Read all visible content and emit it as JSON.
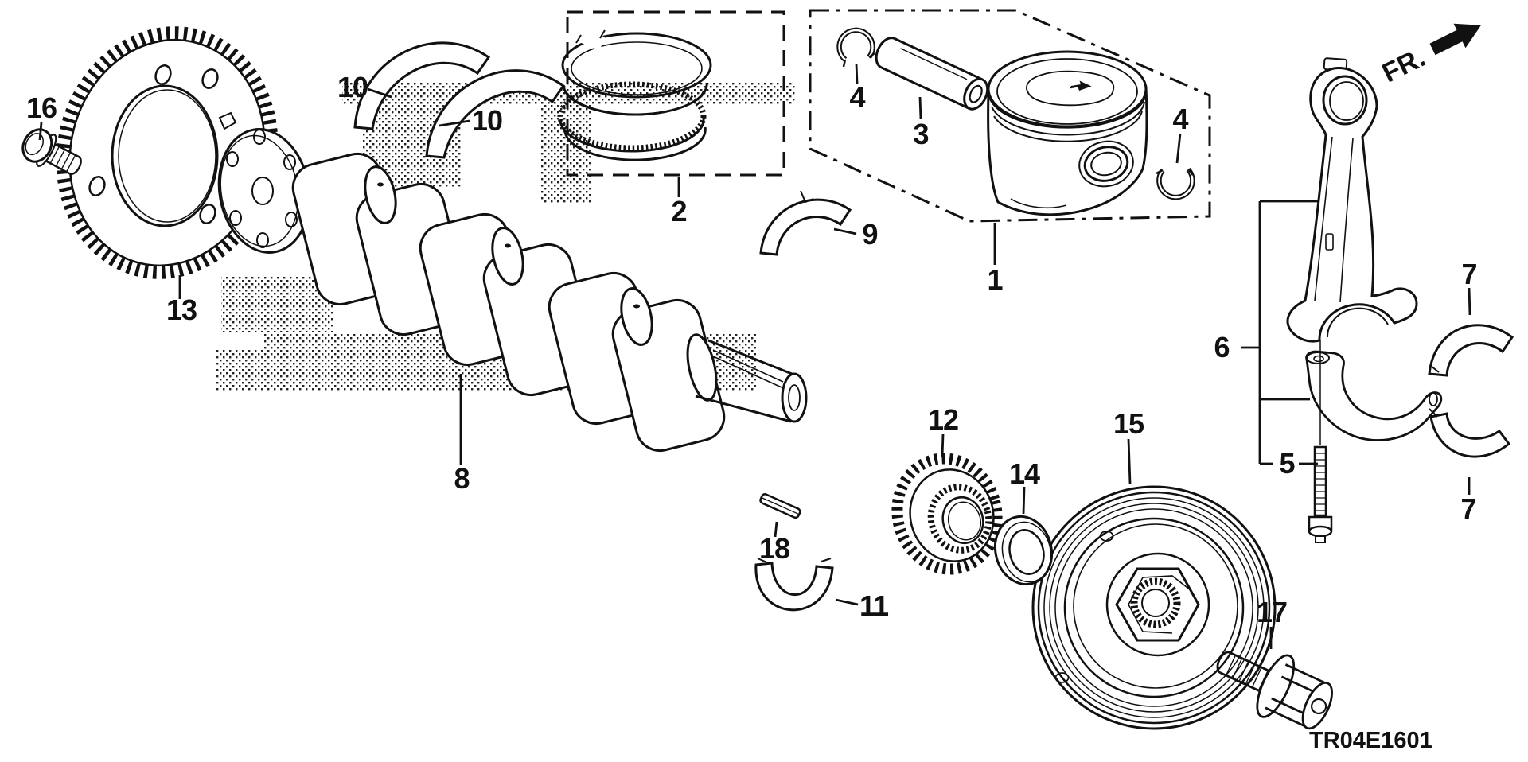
{
  "diagram": {
    "code": "TR04E1601",
    "direction_label": "FR.",
    "line_color": "#111111",
    "background": "#ffffff",
    "callouts": [
      {
        "label": "16"
      },
      {
        "label": "13"
      },
      {
        "label": "10"
      },
      {
        "label": "10"
      },
      {
        "label": "2"
      },
      {
        "label": "4"
      },
      {
        "label": "3"
      },
      {
        "label": "1"
      },
      {
        "label": "9"
      },
      {
        "label": "4"
      },
      {
        "label": "8"
      },
      {
        "label": "18"
      },
      {
        "label": "11"
      },
      {
        "label": "12"
      },
      {
        "label": "14"
      },
      {
        "label": "15"
      },
      {
        "label": "17"
      },
      {
        "label": "6"
      },
      {
        "label": "5"
      },
      {
        "label": "7"
      },
      {
        "label": "7"
      }
    ]
  }
}
